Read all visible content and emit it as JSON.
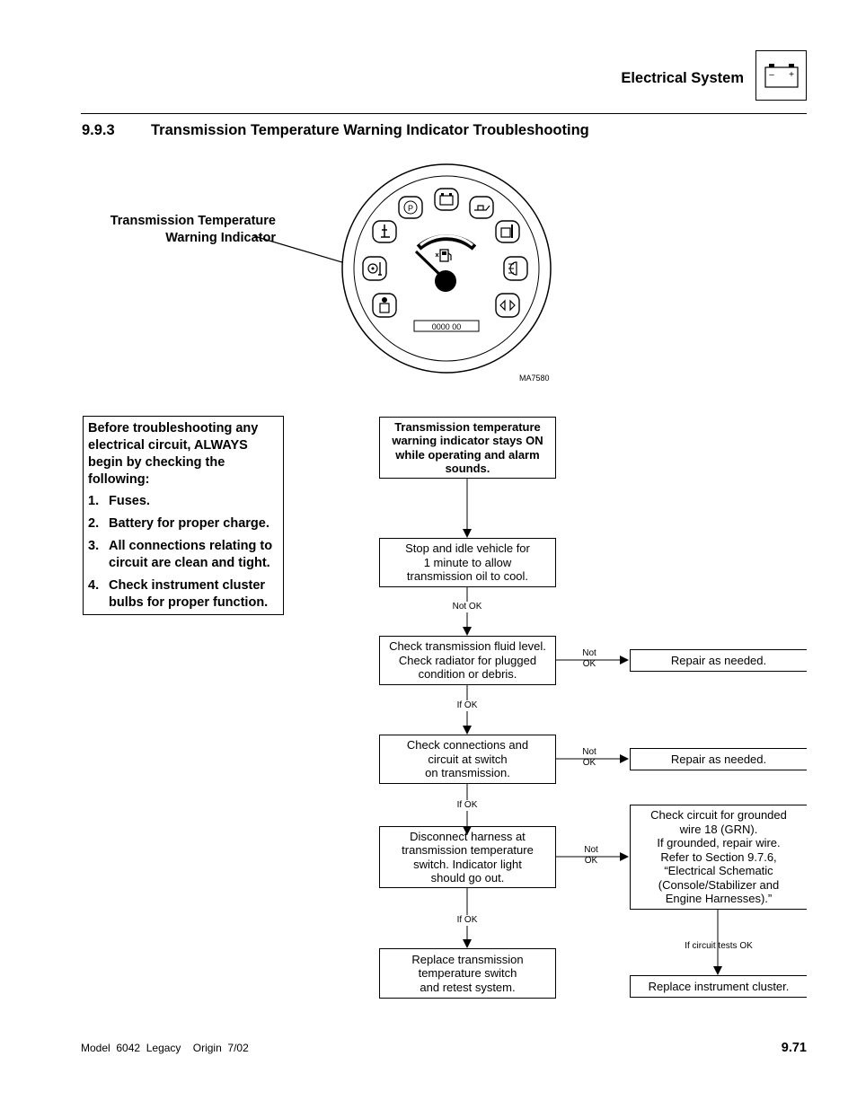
{
  "header": {
    "section_name": "Electrical System",
    "battery_icon": "battery-icon",
    "battery_minus": "–",
    "battery_plus": "+"
  },
  "section": {
    "number": "9.9.3",
    "title": "Transmission Temperature Warning Indicator Troubleshooting"
  },
  "figure": {
    "callout_label": "Transmission Temperature\nWarning Indicator",
    "odometer": "0000 00",
    "figure_id": "MA7580",
    "gauge_icons": [
      "wrench-temp-icon",
      "park-icon",
      "battery-icon",
      "oil-can-icon",
      "load-icon",
      "transmission-temp-icon",
      "headlight-icon",
      "seatbelt-icon",
      "turn-signal-icon",
      "fuel-icon"
    ],
    "park_letter": "P"
  },
  "precheck": {
    "intro": "Before troubleshooting any electrical circuit, ALWAYS begin by checking the following:",
    "items": [
      {
        "num": "1.",
        "text": "Fuses."
      },
      {
        "num": "2.",
        "text": "Battery for proper charge."
      },
      {
        "num": "3.",
        "text": "All connections relating to circuit are clean and tight."
      },
      {
        "num": "4.",
        "text": "Check instrument cluster bulbs for proper function."
      }
    ]
  },
  "flowchart": {
    "start": "Transmission temperature\nwarning indicator stays ON\nwhile operating and alarm\nsounds.",
    "step1": "Stop and idle vehicle for\n1 minute to allow\ntransmission oil to cool.",
    "step2": "Check transmission fluid level.\nCheck radiator for plugged\ncondition or debris.",
    "step3": "Check connections and\ncircuit at switch\non transmission.",
    "step4": "Disconnect harness at\ntransmission temperature\nswitch. Indicator light\nshould go out.",
    "step5": "Replace transmission\ntemperature switch\nand retest system.",
    "repair1": "Repair as needed.",
    "repair2": "Repair as needed.",
    "grounded": "Check circuit for grounded\nwire 18 (GRN).\nIf grounded, repair wire.\nRefer to Section 9.7.6,\n“Electrical Schematic\n(Console/Stabilizer and\nEngine Harnesses).”",
    "replace_cluster": "Replace instrument cluster.",
    "labels": {
      "not_ok_1": "Not OK",
      "if_ok_1": "If OK",
      "if_ok_2": "If OK",
      "if_ok_3": "If OK",
      "not_ok_side_1": "Not\nOK",
      "not_ok_side_2": "Not\nOK",
      "not_ok_side_3": "Not\nOK",
      "if_circuit_ok": "If circuit tests OK"
    }
  },
  "footer": {
    "model_info": "Model  6042  Legacy    Origin  7/02",
    "page_number": "9.71"
  }
}
